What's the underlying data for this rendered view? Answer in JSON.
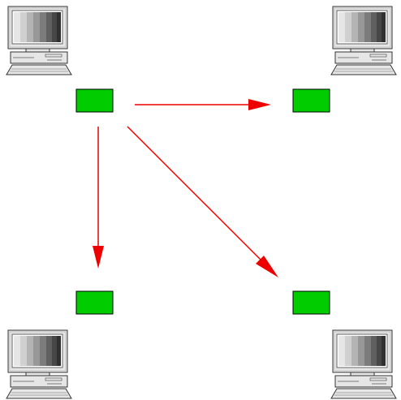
{
  "diagram": {
    "background": "#ffffff",
    "colors": {
      "node_fill": "#00cc00",
      "node_stroke": "#000000",
      "arrow": "#ee0000",
      "computer_case": "#e6e6e6",
      "computer_outline": "#333333",
      "screen_gradient": [
        "#e6e6e6",
        "#d0d0d0",
        "#b4b4b4",
        "#989898",
        "#7c7c7c",
        "#606060",
        "#474747",
        "#303030"
      ]
    },
    "computers": [
      {
        "id": "computer-top-left",
        "icon": "desktop-computer-icon"
      },
      {
        "id": "computer-top-right",
        "icon": "desktop-computer-icon"
      },
      {
        "id": "computer-bottom-left",
        "icon": "desktop-computer-icon"
      },
      {
        "id": "computer-bottom-right",
        "icon": "desktop-computer-icon"
      }
    ],
    "nodes": [
      {
        "id": "node-top-left"
      },
      {
        "id": "node-top-right"
      },
      {
        "id": "node-bottom-left"
      },
      {
        "id": "node-bottom-right"
      }
    ],
    "edges": [
      {
        "from": "node-top-left",
        "to": "node-top-right",
        "direction": "right"
      },
      {
        "from": "node-top-left",
        "to": "node-bottom-left",
        "direction": "down"
      },
      {
        "from": "node-top-left",
        "to": "node-bottom-right",
        "direction": "diagonal"
      }
    ]
  }
}
